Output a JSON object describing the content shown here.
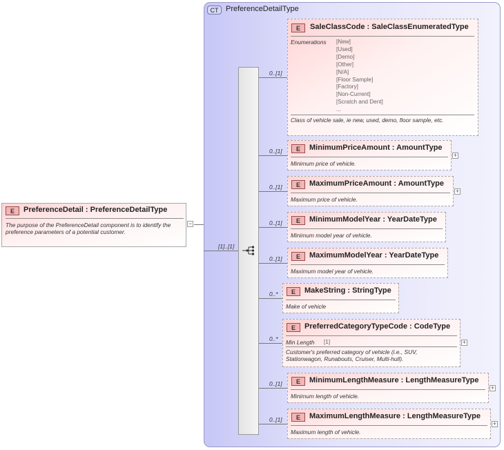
{
  "root": {
    "badge": "E",
    "name": "PreferenceDetail",
    "separator": ":",
    "type": "PreferenceDetailType",
    "doc": "The purpose of the PreferenceDetail component is to identify the preference parameters of a potential customer."
  },
  "complex_type": {
    "badge": "CT",
    "name": "PreferenceDetailType"
  },
  "sequence_cardinality": "[1]..[1]",
  "elements": [
    {
      "badge": "E",
      "name": "SaleClassCode",
      "sep": ":",
      "type": "SaleClassEnumeratedType",
      "cardinality": "0..[1]",
      "facet_label": "Enumerations",
      "enumerations": [
        "[New]",
        "[Used]",
        "[Demo]",
        "[Other]",
        "[N/A]",
        "[Floor Sample]",
        "[Factory]",
        "[Non-Current]",
        "[Scratch and Dent]",
        "..."
      ],
      "doc": "Class of vehicle sale, ie new, used, demo, floor sample, etc."
    },
    {
      "badge": "E",
      "name": "MinimumPriceAmount",
      "sep": ":",
      "type": "AmountType",
      "cardinality": "0..[1]",
      "doc": "Minimum price of vehicle.",
      "expand": "+"
    },
    {
      "badge": "E",
      "name": "MaximumPriceAmount",
      "sep": ":",
      "type": "AmountType",
      "cardinality": "0..[1]",
      "doc": "Maximum price of vehicle.",
      "expand": "+"
    },
    {
      "badge": "E",
      "name": "MinimumModelYear",
      "sep": ":",
      "type": "YearDateType",
      "cardinality": "0..[1]",
      "doc": "Minimum model year of vehicle."
    },
    {
      "badge": "E",
      "name": "MaximumModelYear",
      "sep": ":",
      "type": "YearDateType",
      "cardinality": "0..[1]",
      "doc": "Maximum model year of vehicle."
    },
    {
      "badge": "E",
      "name": "MakeString",
      "sep": ":",
      "type": "StringType",
      "cardinality": "0..*",
      "doc": "Make of vehicle"
    },
    {
      "badge": "E",
      "name": "PreferredCategoryTypeCode",
      "sep": ":",
      "type": "CodeType",
      "cardinality": "0..*",
      "facet_label": "Min Length",
      "facet_value": "[1]",
      "doc": "Customer's preferred category of vehicle (i.e., SUV, Stationwagon, Runabouts, Cruiser, Multi-hull).",
      "expand": "+"
    },
    {
      "badge": "E",
      "name": "MinimumLengthMeasure",
      "sep": ":",
      "type": "LengthMeasureType",
      "cardinality": "0..[1]",
      "doc": "Minimum length of vehicle.",
      "expand": "+"
    },
    {
      "badge": "E",
      "name": "MaximumLengthMeasure",
      "sep": ":",
      "type": "LengthMeasureType",
      "cardinality": "0..[1]",
      "doc": "Maximum length of vehicle.",
      "expand": "+"
    }
  ],
  "colors": {
    "ct_background": "#d8d8f8",
    "element_gradient": "#ffd4d4",
    "badge_fill": "#f2b6b6"
  }
}
